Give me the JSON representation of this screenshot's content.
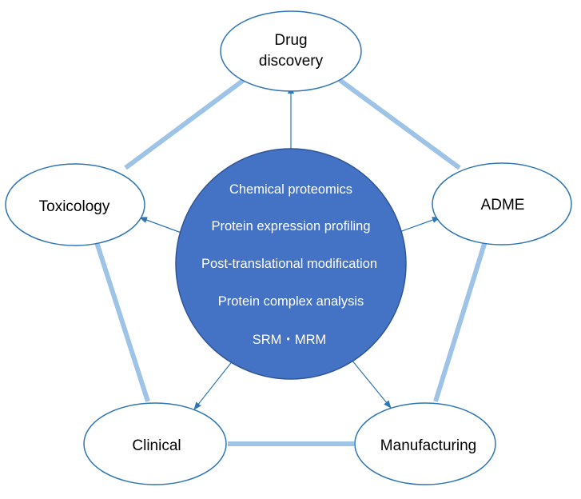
{
  "colors": {
    "connector": "#9dc3e6",
    "node_stroke": "#2e75b6",
    "node_fill": "#ffffff",
    "hub_fill": "#4472c4",
    "hub_stroke": "#2f5597",
    "arrow": "#2e75b6"
  },
  "hub": {
    "lines": [
      "Chemical proteomics",
      "Protein expression profiling",
      "Post-translational modification",
      "Protein complex analysis",
      "SRM・MRM"
    ]
  },
  "nodes": {
    "drug_discovery": {
      "line1": "Drug",
      "line2": "discovery"
    },
    "admE": {
      "label": "ADME"
    },
    "toxicology": {
      "label": "Toxicology"
    },
    "clinical": {
      "label": "Clinical"
    },
    "manufacturing": {
      "label": "Manufacturing"
    }
  }
}
